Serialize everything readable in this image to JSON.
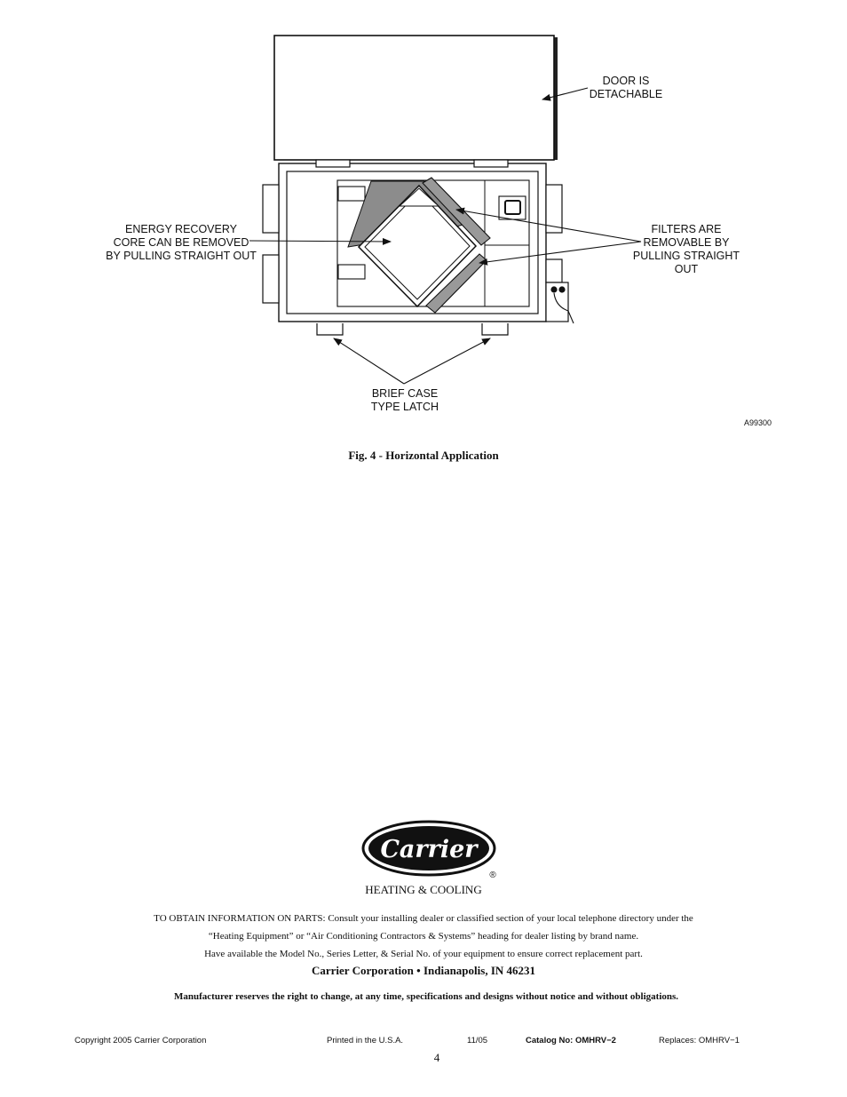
{
  "figure": {
    "labels": {
      "door": [
        "DOOR IS",
        "DETACHABLE"
      ],
      "core": [
        "ENERGY RECOVERY",
        "CORE CAN BE REMOVED",
        "BY PULLING STRAIGHT OUT"
      ],
      "filters": [
        "FILTERS ARE",
        "REMOVABLE BY",
        "PULLING STRAIGHT",
        "OUT"
      ],
      "latch": [
        "BRIEF CASE",
        "TYPE LATCH"
      ]
    },
    "figure_id": "A99300",
    "caption": "Fig. 4 - Horizontal Application"
  },
  "logo": {
    "brand": "Carrier",
    "registered": "®",
    "tagline": "HEATING & COOLING"
  },
  "parts_info": {
    "line1": "TO OBTAIN INFORMATION ON PARTS:  Consult your installing dealer or classified section of your local telephone directory under the",
    "line2": "“Heating Equipment” or “Air Conditioning Contractors & Systems” heading for dealer listing by brand name.",
    "line3": "Have available the Model No., Series Letter, & Serial No. of your equipment to ensure correct replacement part."
  },
  "company": "Carrier Corporation • Indianapolis, IN  46231",
  "disclaimer": "Manufacturer reserves the right to change, at any time, specifications and designs without notice and without obligations.",
  "footer": {
    "copyright": "Copyright 2005 Carrier Corporation",
    "printed": "Printed in the U.S.A.",
    "date": "11/05",
    "catalog": "Catalog No: OMHRV−2",
    "replaces": "Replaces:  OMHRV−1",
    "page_number": "4"
  }
}
